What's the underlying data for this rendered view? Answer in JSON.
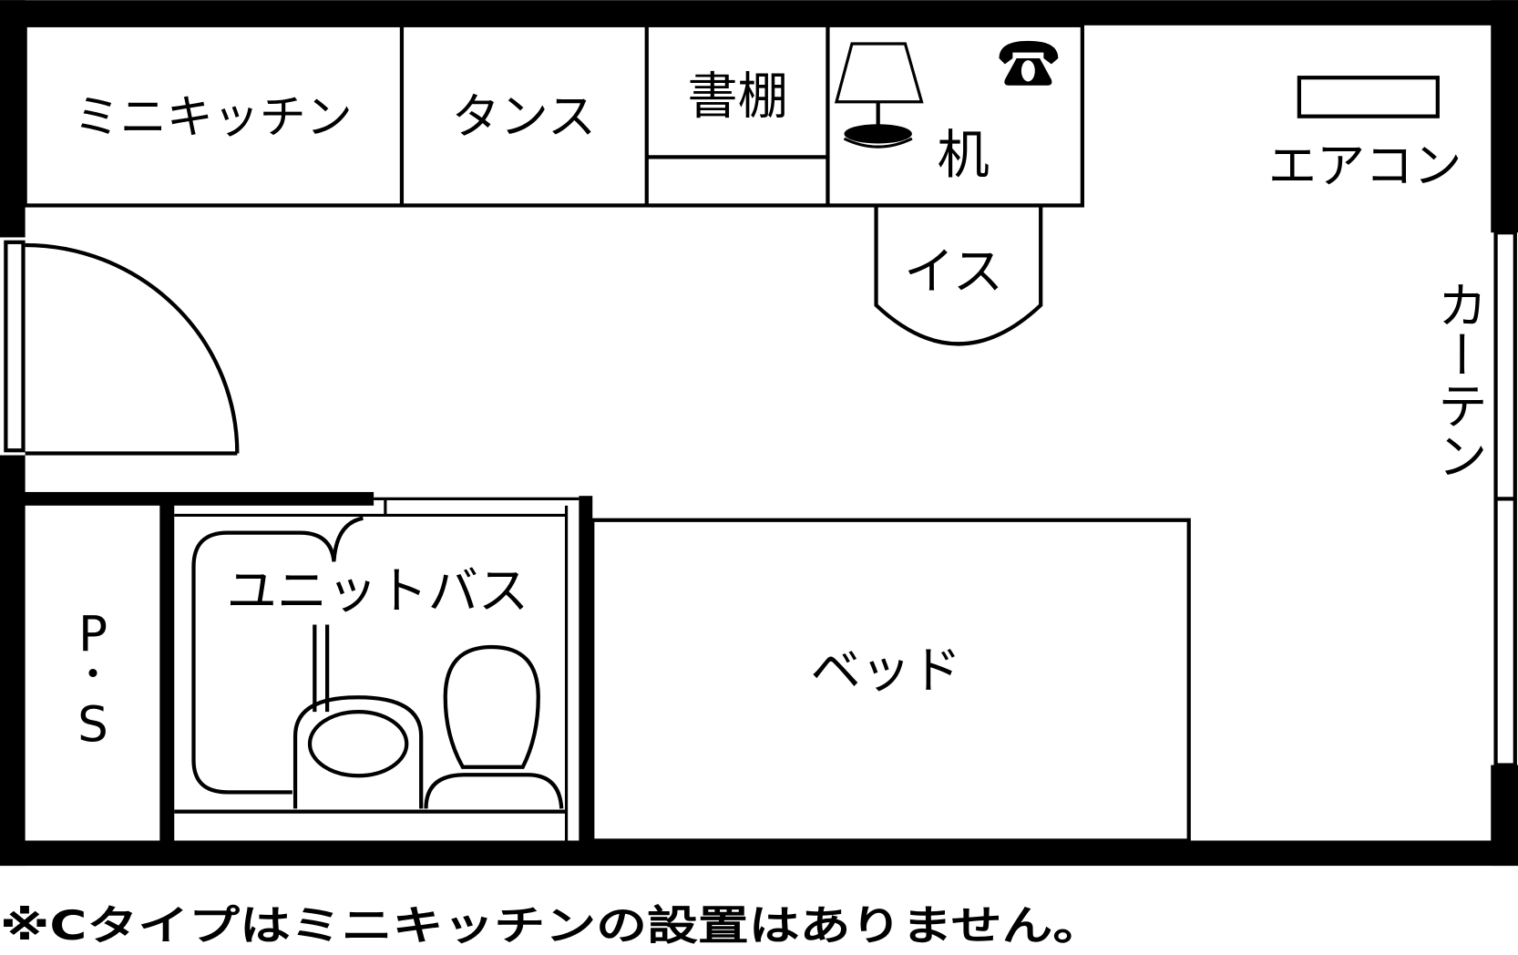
{
  "rooms": {
    "kitchen": "ミニキッチン",
    "wardrobe": "タンス",
    "bookshelf": "書棚",
    "desk": "机",
    "chair": "イス",
    "aircon": "エアコン",
    "curtain": "カーテン",
    "unit_bath": "ユニットバス",
    "ps_p": "P",
    "ps_dot": "・",
    "ps_s": "S",
    "bed": "ベッド"
  },
  "note": "※Cタイプはミニキッチンの設置はありません。",
  "colors": {
    "line": "#000000",
    "background": "#ffffff"
  },
  "icons": [
    "lamp-icon",
    "telephone-icon",
    "bathtub-icon",
    "sink-icon",
    "toilet-icon",
    "door-swing-icon"
  ]
}
